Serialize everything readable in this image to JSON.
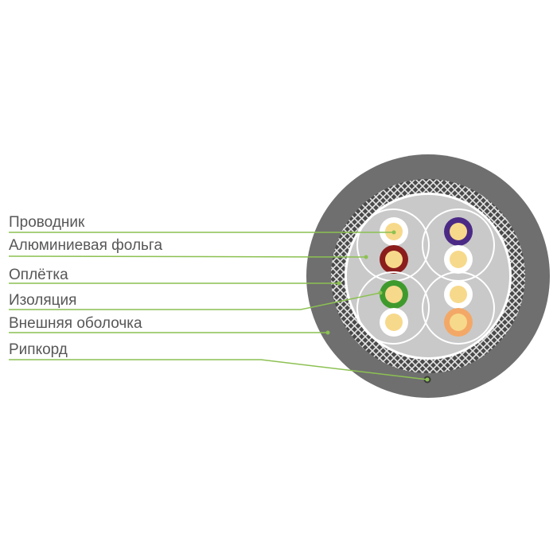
{
  "labels": {
    "conductor": "Проводник",
    "foil": "Алюминиевая фольга",
    "braid": "Оплётка",
    "insulation": "Изоляция",
    "jacket": "Внешняя оболочка",
    "ripcord": "Рипкорд"
  },
  "colors": {
    "leader_line": "#8cc152",
    "outer_jacket": "#6f6f6f",
    "braid_background": "#4a4a4a",
    "braid_mesh": "#e4e4e4",
    "foil": "#ffffff",
    "filler": "#c9c9c9",
    "pair_ring": "#ffffff",
    "conductor_core": "#f7d98b",
    "insulation_white": "#ffffff",
    "insulation_blue": "#4b2a86",
    "insulation_brown": "#8b1d1d",
    "insulation_green": "#3f9a2e",
    "insulation_orange": "#f3a867",
    "ripcord": "#3a3a3a"
  }
}
